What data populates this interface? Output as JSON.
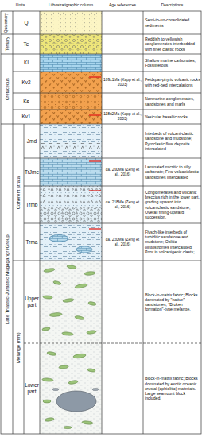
{
  "diagram": {
    "nodes": [
      {
        "text": [
          "Quaternary"
        ]
      },
      {
        "text": [
          "Q",
          "Semi-to-un-consolidated sediments"
        ],
        "in": 0
      },
      {
        "text": [
          "Tertiary"
        ]
      },
      {
        "text": [
          "Te",
          "Reddish to yellowish conglomerates interbedded with finer clastic rocks"
        ],
        "in": 2
      },
      {
        "text": [
          "Cretaceous"
        ]
      },
      {
        "text": [
          "Kl",
          "Shallow marine carbonates; Fossiliferous"
        ],
        "in": 4
      },
      {
        "text": [
          "Kv2",
          "109±1Ma (Kapp et al., 2003)",
          "Feldspar-phyric volcanic rocks with red-bed intercalations"
        ],
        "in": 4
      },
      {
        "text": [
          "Ks",
          "Nonmarine conglomerates, sandstones and marls"
        ],
        "in": 4
      },
      {
        "text": [
          "Kv1",
          "118±2Ma (Kapp et al., 2003)",
          "Vesicular basaltic rocks"
        ],
        "in": 4
      },
      {
        "text": [
          "Late Triassic-Jurassic Mugagangri Group"
        ]
      },
      {
        "text": [
          "Coherent strata"
        ],
        "in": 9
      },
      {
        "text": [
          "Jmd",
          "Interbeds of volcani-clastic sandstone and mudstone; Pyroclastic flow deposits intercalated"
        ],
        "in": 10
      },
      {
        "text": [
          "TrJme",
          "ca. 200Ma (Zeng et al., 2016)",
          "Laminated micritic to silty carbonate; Few volcaniclastic sandstones intercalated"
        ],
        "in": 10
      },
      {
        "text": [
          "Trmb",
          "ca. 218Ma (Zeng et al., 2016)",
          "Conglomerates and volcanic breccias rich in the lower part, grading upward into volcaniclastic sandstone; Overall fining-upward succession."
        ],
        "in": 10
      },
      {
        "text": [
          "Trma",
          "ca. 220Ma (Zeng et al., 2016)",
          "Flysch-like interbeds of turbiditic sandstone and mudstone; Oolitic olistostromes intercalated; Poor in volcanigenic clasts;"
        ],
        "in": 10
      },
      {
        "text": [
          "Melange (mm)"
        ],
        "in": 9
      },
      {
        "text": [
          "Upper part",
          "Block-in-matrix fabric; Blocks dominated by \"native\" sandstones, \"Broken formation\"-type melange."
        ],
        "in": 15
      },
      {
        "text": [
          "Lower part",
          "Block-in-matrix fabric; Blocks dominated by exotic oceanic crustal (ophiolitic) materials. Large seamount block included."
        ],
        "in": 15
      }
    ],
    "labels": [
      "Units",
      "Lithostratigraphic column",
      "Age references",
      "Descriptions"
    ]
  }
}
